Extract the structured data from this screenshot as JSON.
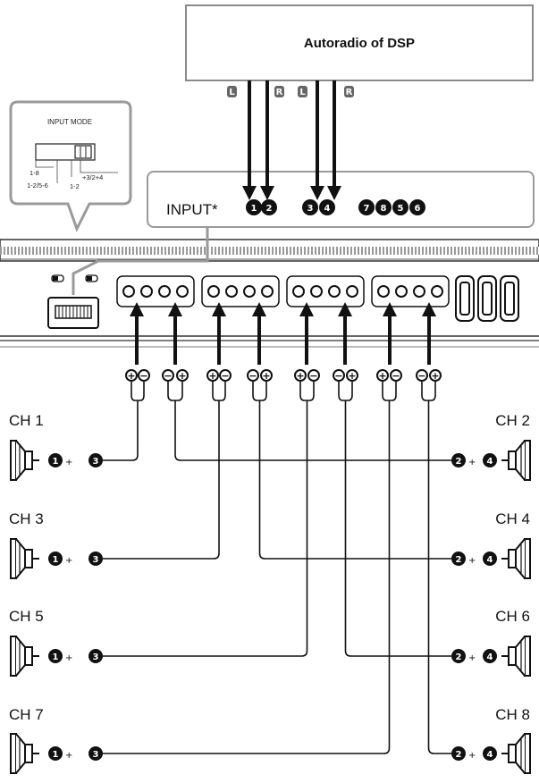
{
  "source": {
    "title": "Autoradio of DSP",
    "channel_labels": [
      "L",
      "R",
      "L",
      "R"
    ]
  },
  "input_mode": {
    "title": "INPUT MODE",
    "options": [
      "1-8",
      "1-2/5-6",
      "1-2",
      "+3/2+4"
    ]
  },
  "input_panel": {
    "label": "INPUT*",
    "connected_inputs": [
      "1",
      "2",
      "3",
      "4"
    ],
    "unused_inputs": [
      "7",
      "8",
      "5",
      "6"
    ]
  },
  "polarity": [
    "+",
    "−"
  ],
  "channels": [
    {
      "label": "CH 1",
      "side": "left",
      "terminal_a": "1",
      "terminal_b": "3",
      "sign": "+"
    },
    {
      "label": "CH 2",
      "side": "right",
      "terminal_a": "2",
      "terminal_b": "4",
      "sign": "+"
    },
    {
      "label": "CH 3",
      "side": "left",
      "terminal_a": "1",
      "terminal_b": "3",
      "sign": "+"
    },
    {
      "label": "CH 4",
      "side": "right",
      "terminal_a": "2",
      "terminal_b": "4",
      "sign": "+"
    },
    {
      "label": "CH 5",
      "side": "left",
      "terminal_a": "1",
      "terminal_b": "3",
      "sign": "+"
    },
    {
      "label": "CH 6",
      "side": "right",
      "terminal_a": "2",
      "terminal_b": "4",
      "sign": "+"
    },
    {
      "label": "CH 7",
      "side": "left",
      "terminal_a": "1",
      "terminal_b": "3",
      "sign": "+"
    },
    {
      "label": "CH 8",
      "side": "right",
      "terminal_a": "2",
      "terminal_b": "4",
      "sign": "+"
    }
  ],
  "colors": {
    "line": "#111111",
    "box_border": "#9a9a9a",
    "badge": "#111111",
    "label_badge": "#666666"
  }
}
